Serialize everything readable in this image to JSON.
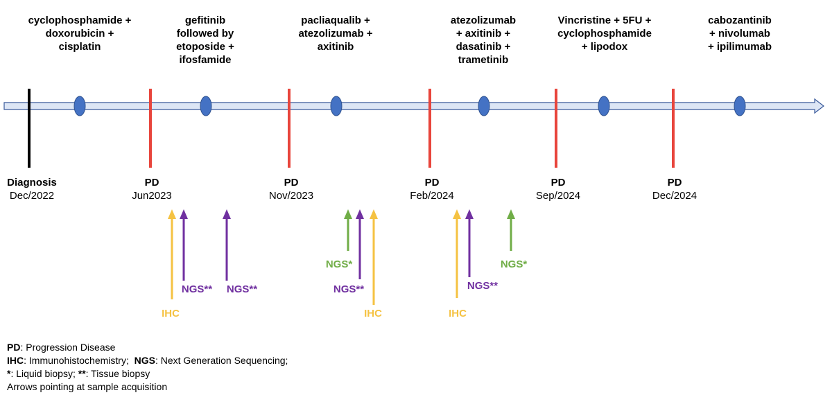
{
  "colors": {
    "timeline_fill": "#dde6f5",
    "timeline_stroke": "#3a5a9b",
    "treatment_marker": "#4472c4",
    "treatment_text": "#4472c4",
    "diagnosis_line": "#000000",
    "pd_line": "#e8453c",
    "ihc": "#f5c242",
    "ngs_tissue": "#7030a0",
    "ngs_liquid": "#70ad47"
  },
  "treatments": [
    {
      "text": "cyclophosphamide +\ndoxorubicin +\ncisplatin"
    },
    {
      "text": "gefitinib\nfollowed by\netoposide +\nifosfamide"
    },
    {
      "text": "pacliaqualib +\natezolizumab +\naxitinib"
    },
    {
      "text": "atezolizumab\n+ axitinib +\ndasatinib +\ntrametinib"
    },
    {
      "text": "Vincristine + 5FU +\ncyclophosphamide\n+ lipodox"
    },
    {
      "text": "cabozantinib\n+ nivolumab\n+ ipilimumab"
    }
  ],
  "events": [
    {
      "kind": "diagnosis",
      "label": "Diagnosis",
      "date": "Dec/2022"
    },
    {
      "kind": "pd",
      "label": "PD",
      "date": "Jun2023"
    },
    {
      "kind": "pd",
      "label": "PD",
      "date": "Nov/2023"
    },
    {
      "kind": "pd",
      "label": "PD",
      "date": "Feb/2024"
    },
    {
      "kind": "pd",
      "label": "PD",
      "date": "Sep/2024"
    },
    {
      "kind": "pd",
      "label": "PD",
      "date": "Dec/2024"
    }
  ],
  "samples": [
    {
      "label": "IHC",
      "type": "ihc"
    },
    {
      "label": "NGS**",
      "type": "ngs_tissue"
    },
    {
      "label": "NGS**",
      "type": "ngs_tissue"
    },
    {
      "label": "NGS*",
      "type": "ngs_liquid"
    },
    {
      "label": "NGS**",
      "type": "ngs_tissue"
    },
    {
      "label": "IHC",
      "type": "ihc"
    },
    {
      "label": "IHC",
      "type": "ihc"
    },
    {
      "label": "NGS**",
      "type": "ngs_tissue"
    },
    {
      "label": "NGS*",
      "type": "ngs_liquid"
    }
  ],
  "legend": {
    "pd_abbr": "PD",
    "pd_text": ": Progression Disease",
    "ihc_abbr": "IHC",
    "ihc_text": ": Immunohistochemistry;  ",
    "ngs_abbr": "NGS",
    "ngs_text": ": Next Generation Sequencing;",
    "liquid_abbr": "*",
    "liquid_text": ": Liquid biopsy; ",
    "tissue_abbr": "**",
    "tissue_text": ": Tissue biopsy",
    "arrows_note": "Arrows pointing at sample acquisition"
  }
}
